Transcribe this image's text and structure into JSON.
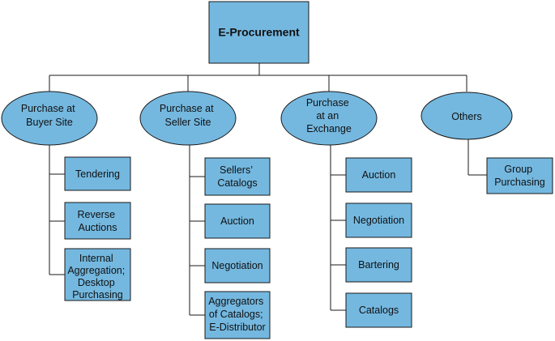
{
  "root": {
    "label": "E-Procurement"
  },
  "categories": [
    {
      "lines": [
        "Purchase at",
        "Buyer Site"
      ],
      "items": [
        [
          "Tendering"
        ],
        [
          "Reverse",
          "Auctions"
        ],
        [
          "Internal",
          "Aggregation;",
          "Desktop",
          "Purchasing"
        ]
      ]
    },
    {
      "lines": [
        "Purchase at",
        "Seller Site"
      ],
      "items": [
        [
          "Sellers’",
          "Catalogs"
        ],
        [
          "Auction"
        ],
        [
          "Negotiation"
        ],
        [
          "Aggregators",
          "of Catalogs;",
          "E-Distributor"
        ]
      ]
    },
    {
      "lines": [
        "Purchase",
        "at an",
        "Exchange"
      ],
      "items": [
        [
          "Auction"
        ],
        [
          "Negotiation"
        ],
        [
          "Bartering"
        ],
        [
          "Catalogs"
        ]
      ]
    },
    {
      "lines": [
        "Others"
      ],
      "items": [
        [
          "Group",
          "Purchasing"
        ]
      ]
    }
  ],
  "colors": {
    "fill": "#74b8e0",
    "stroke": "#1a1a1a",
    "line": "#1a1a1a"
  }
}
